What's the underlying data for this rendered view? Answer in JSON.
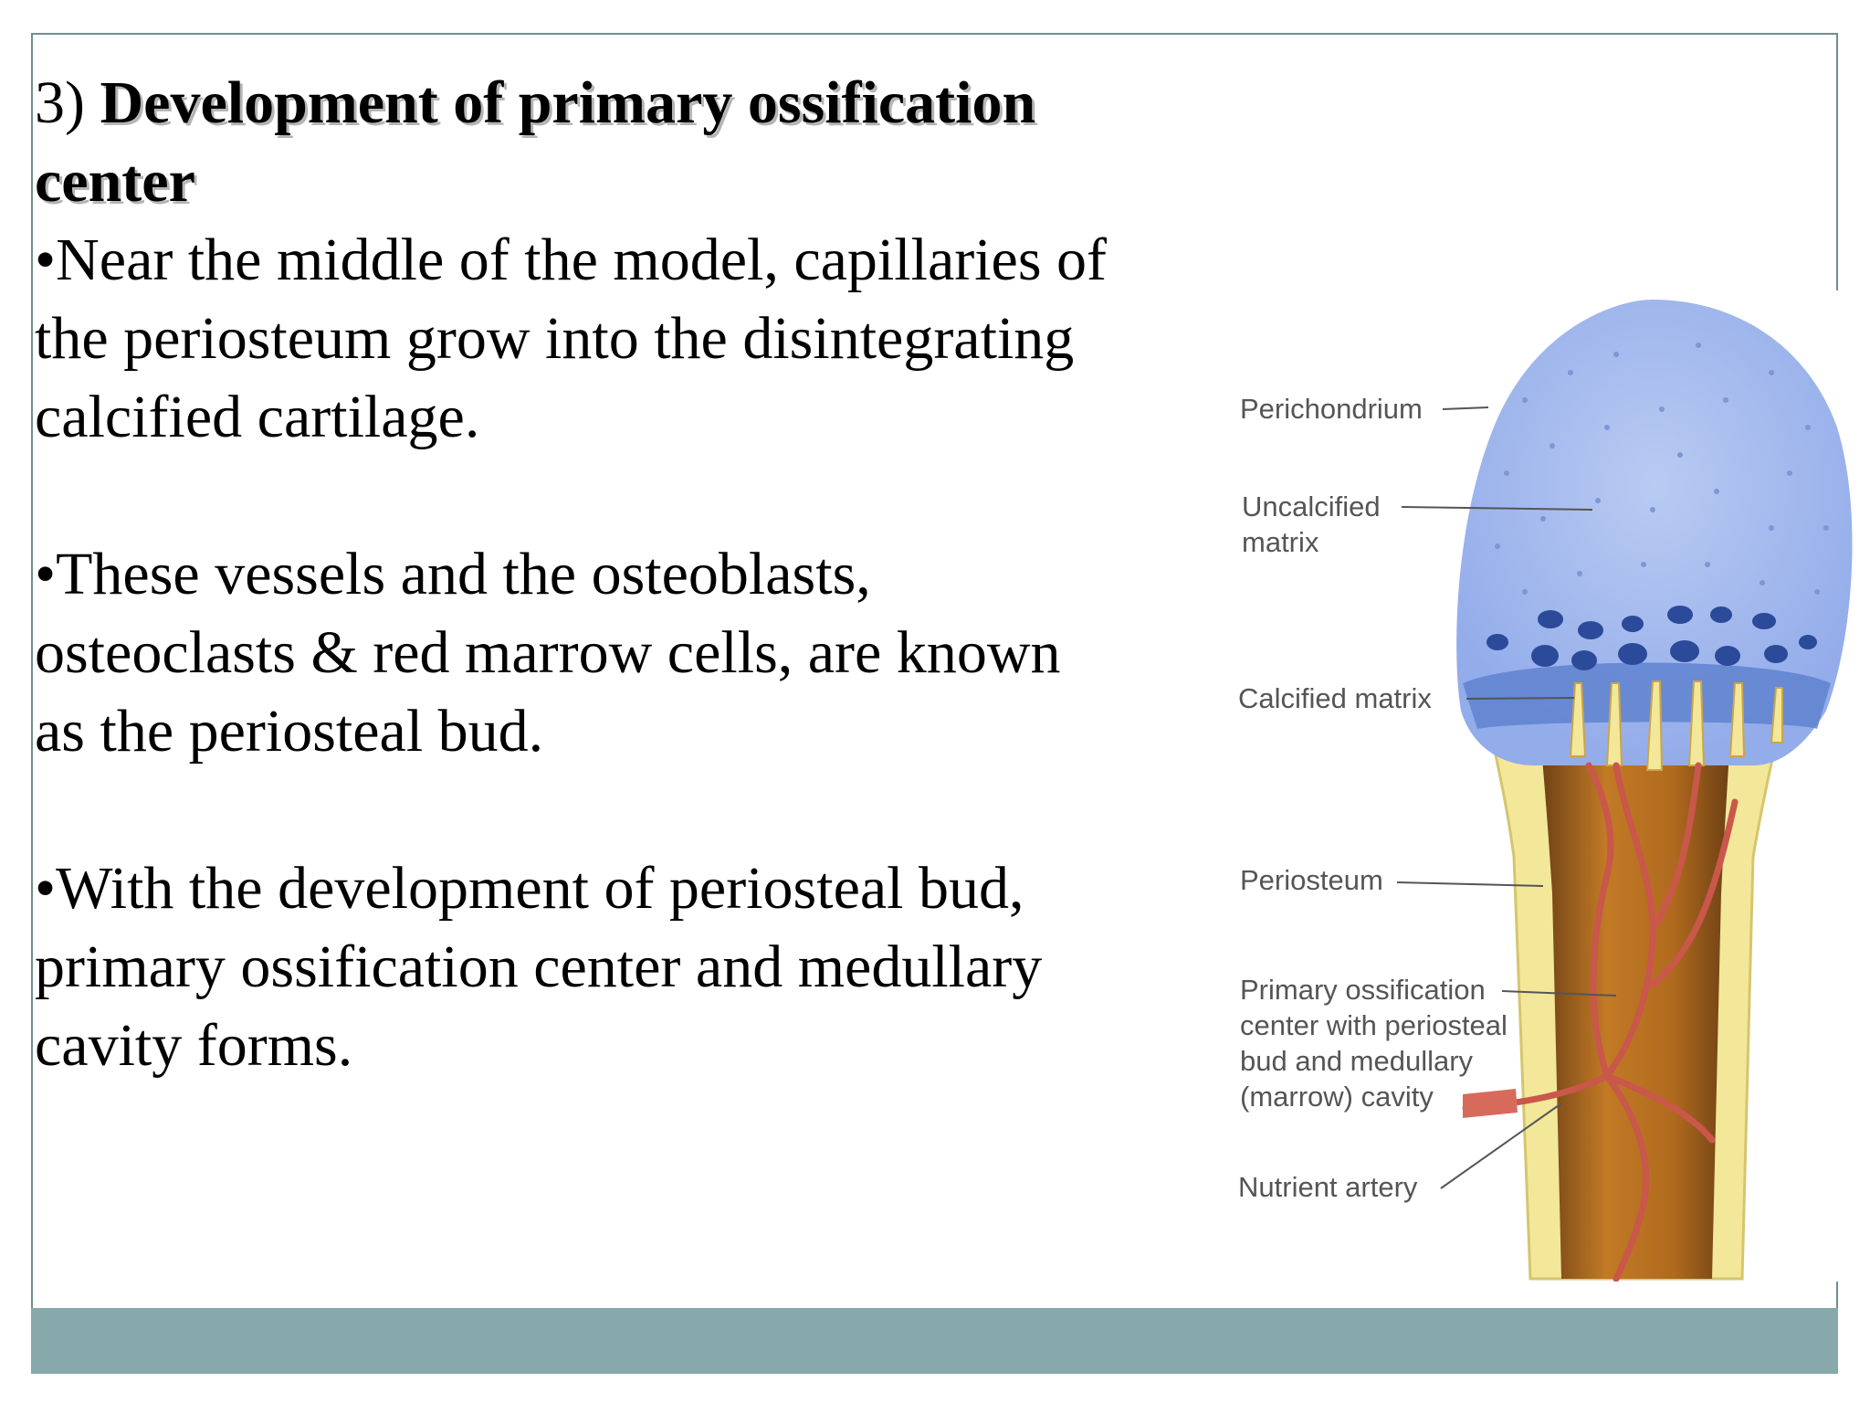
{
  "slide": {
    "title_number": "3)",
    "title_text": "Development of primary ossification center",
    "paragraphs": [
      "•Near the middle of the model, capillaries of the periosteum grow into the disintegrating calcified cartilage.",
      "•These vessels and the osteoblasts, osteoclasts & red marrow cells, are known as the periosteal bud.",
      "•With the development of periosteal bud, primary ossification center  and medullary cavity forms."
    ]
  },
  "diagram": {
    "labels": {
      "perichondrium": "Perichondrium",
      "uncalcified_1": "Uncalcified",
      "uncalcified_2": "matrix",
      "calcified": "Calcified  matrix",
      "periosteum": "Periosteum",
      "primary_1": "Primary ossification",
      "primary_2": "center with periosteal",
      "primary_3": "bud and medullary",
      "primary_4": "(marrow) cavity",
      "nutrient": "Nutrient artery"
    }
  },
  "colors": {
    "footer_bar": "#88a9ab",
    "cartilage": "#a9bdeb",
    "calcified": "#4e73c4",
    "bone_collar": "#f3e79a",
    "marrow": "#b06a1e",
    "artery": "#c9574a"
  }
}
